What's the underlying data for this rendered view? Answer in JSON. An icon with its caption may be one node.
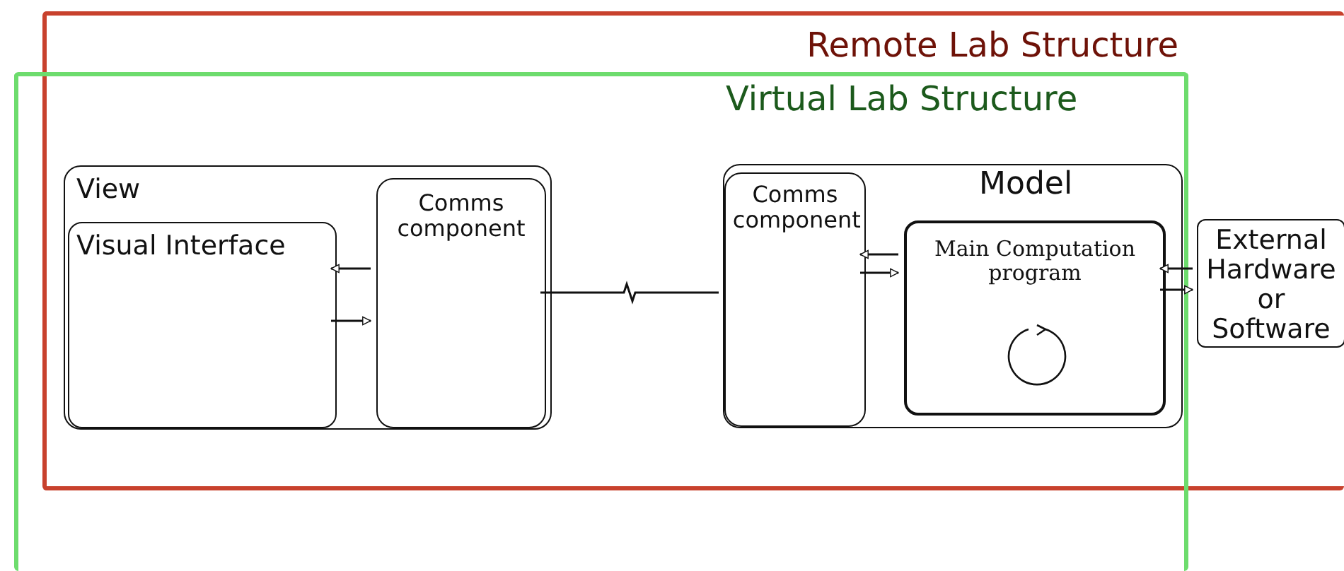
{
  "diagram": {
    "nodes": [
      {
        "text": [
          "Remote Lab Structure"
        ]
      },
      {
        "text": [
          "Virtual Lab Structure"
        ]
      },
      {
        "text": [
          "View"
        ],
        "in": 1
      },
      {
        "text": [
          "Visual Interface"
        ],
        "in": 2
      },
      {
        "text": [
          "Comms component"
        ],
        "in": 2
      },
      {
        "text": [
          "Model"
        ],
        "in": 1
      },
      {
        "text": [
          "Comms component"
        ],
        "in": 5
      },
      {
        "text": [
          "Main Computation program"
        ],
        "in": 5
      },
      {
        "text": [
          "External Hardware or Software"
        ],
        "in": 0
      }
    ],
    "edges": [
      {
        "from": 4,
        "to": 3,
        "arrow": "to"
      },
      {
        "from": 3,
        "to": 4,
        "arrow": "to"
      },
      {
        "from": 4,
        "to": 6,
        "arrow": "none"
      },
      {
        "from": 7,
        "to": 6,
        "arrow": "to"
      },
      {
        "from": 6,
        "to": 7,
        "arrow": "to"
      },
      {
        "from": 8,
        "to": 7,
        "arrow": "to"
      },
      {
        "from": 7,
        "to": 8,
        "arrow": "to"
      }
    ]
  }
}
